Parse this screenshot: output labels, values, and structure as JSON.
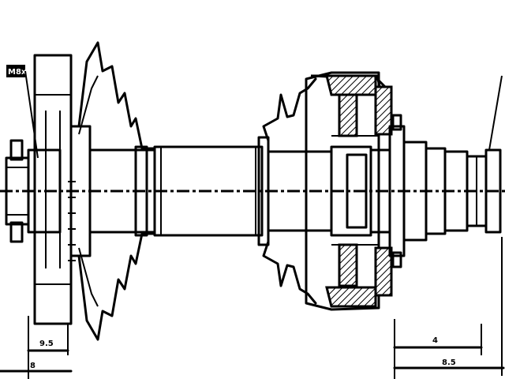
{
  "diagram": {
    "labels": {
      "left_tag": "M8x",
      "dim_left_small": "9.5",
      "dim_left_large": "8",
      "dim_right_small": "4",
      "dim_right_large": "8.5"
    }
  }
}
